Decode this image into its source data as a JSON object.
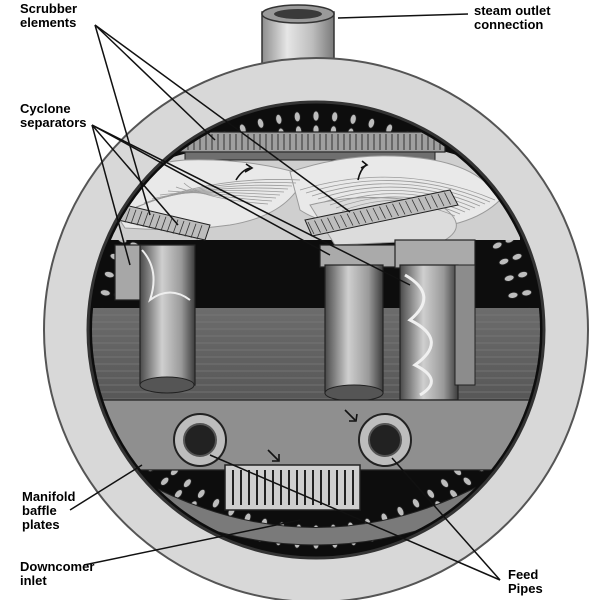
{
  "labels": {
    "scrubber": "Scrubber\nelements",
    "cyclone": "Cyclone\nseparators",
    "steam": "steam outlet\nconnection",
    "manifold": "Manifold\nbaffle\nplates",
    "downcomer": "Downcomer\ninlet",
    "feed": "Feed\nPipes"
  },
  "colors": {
    "shell": "#d8d8d8",
    "interior_dark": "#0d0d0d",
    "steam_wisps": "#e9e9e9",
    "water": "#5d5d5d",
    "label_text": "#000000"
  }
}
